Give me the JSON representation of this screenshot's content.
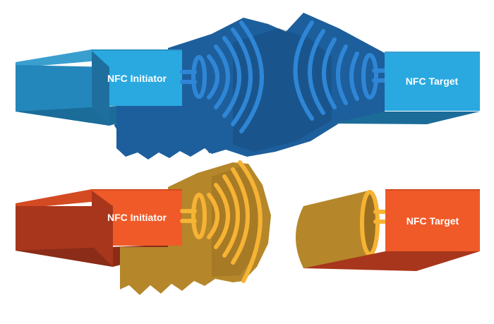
{
  "top_pair": {
    "initiator_label": "NFC Initiator",
    "target_label": "NFC Target",
    "colors": {
      "box_front": "#29a9e0",
      "box_top": "#2b93c4",
      "box_side": "#1f6f9e",
      "field": "#1d5f9c",
      "field_dark": "#154c80",
      "waves": "#2f86d6"
    }
  },
  "bottom_pair": {
    "initiator_label": "NFC Initiator",
    "target_label": "NFC Target",
    "colors": {
      "box_front": "#f05a28",
      "box_top": "#d44a22",
      "box_side": "#a8361c",
      "field": "#b5872a",
      "field_dark": "#9a7020",
      "waves": "#f6b334"
    }
  }
}
